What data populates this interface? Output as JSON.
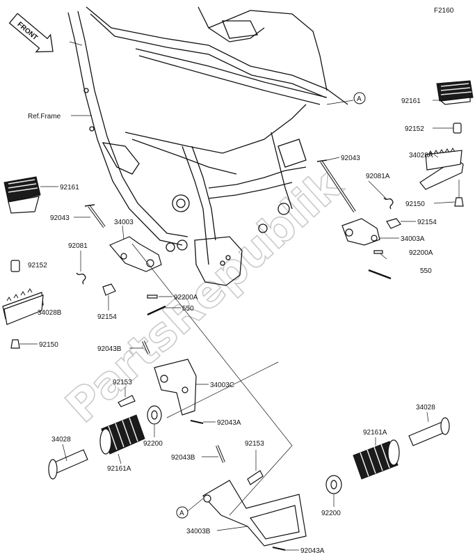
{
  "figure_code": "F2160",
  "front_label": "FRONT",
  "ref_frame_label": "Ref.Frame",
  "watermark": "PartsRepublik",
  "callout_a": "A",
  "callouts": [
    {
      "id": "92161-right-top",
      "text": "92161"
    },
    {
      "id": "92152-right",
      "text": "92152"
    },
    {
      "id": "34028A",
      "text": "34028A"
    },
    {
      "id": "92150-right",
      "text": "92150"
    },
    {
      "id": "92043-right",
      "text": "92043"
    },
    {
      "id": "92081A",
      "text": "92081A"
    },
    {
      "id": "92154-right",
      "text": "92154"
    },
    {
      "id": "34003A",
      "text": "34003A"
    },
    {
      "id": "92200A-right",
      "text": "92200A"
    },
    {
      "id": "550-right",
      "text": "550"
    },
    {
      "id": "92161-left",
      "text": "92161"
    },
    {
      "id": "92043-left",
      "text": "92043"
    },
    {
      "id": "34003",
      "text": "34003"
    },
    {
      "id": "92081",
      "text": "92081"
    },
    {
      "id": "92152-left",
      "text": "92152"
    },
    {
      "id": "34028B",
      "text": "34028B"
    },
    {
      "id": "92154-left",
      "text": "92154"
    },
    {
      "id": "92200A-left",
      "text": "92200A"
    },
    {
      "id": "550-left",
      "text": "550"
    },
    {
      "id": "92150-left",
      "text": "92150"
    },
    {
      "id": "92043B-upper",
      "text": "92043B"
    },
    {
      "id": "92153-upper",
      "text": "92153"
    },
    {
      "id": "34003C",
      "text": "34003C"
    },
    {
      "id": "92043A-upper",
      "text": "92043A"
    },
    {
      "id": "92200-left",
      "text": "92200"
    },
    {
      "id": "34028-left",
      "text": "34028"
    },
    {
      "id": "92161A-left",
      "text": "92161A"
    },
    {
      "id": "92153-lower",
      "text": "92153"
    },
    {
      "id": "92043B-lower",
      "text": "92043B"
    },
    {
      "id": "34028-right",
      "text": "34028"
    },
    {
      "id": "92161A-right",
      "text": "92161A"
    },
    {
      "id": "92200-right",
      "text": "92200"
    },
    {
      "id": "34003B",
      "text": "34003B"
    },
    {
      "id": "92043A-lower",
      "text": "92043A"
    }
  ]
}
